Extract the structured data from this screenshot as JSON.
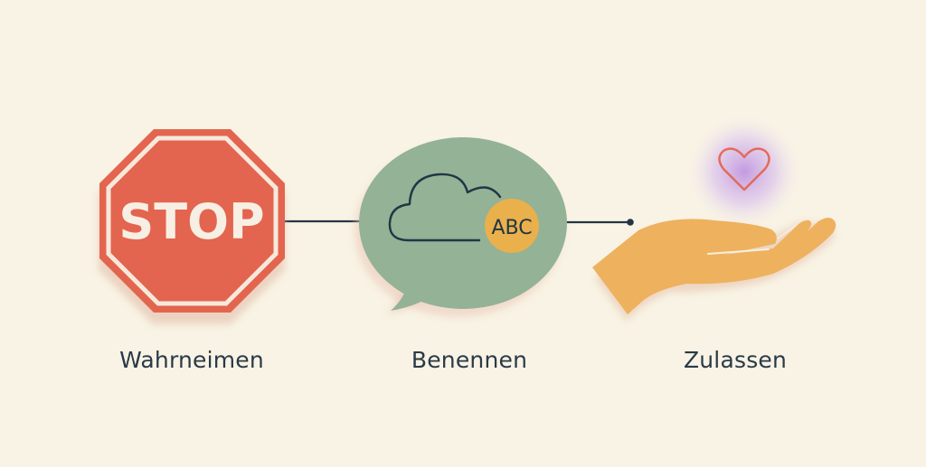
{
  "diagram": {
    "steps": [
      {
        "id": "perceive",
        "label": "Wahrneimen",
        "icon": "stop-sign-icon",
        "icon_text": "STOP",
        "color": "#e3654f"
      },
      {
        "id": "name",
        "label": "Benennen",
        "icon": "speech-bubble-cloud-icon",
        "icon_text": "ABC",
        "color": "#93b296",
        "badge_color": "#e9b04c"
      },
      {
        "id": "allow",
        "label": "Zulassen",
        "icon": "open-hand-heart-icon",
        "color": "#eeb15e",
        "glow_color": "#c7a4e6",
        "heart_color": "#e36a5a"
      }
    ],
    "connector_color": "#233544",
    "background": "#f8f3e4"
  }
}
